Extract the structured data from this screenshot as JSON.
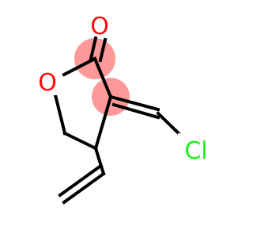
{
  "molecule": {
    "atoms": {
      "carbonyl_oxygen": {
        "symbol": "O",
        "color": "#ff0d0d"
      },
      "ring_oxygen": {
        "symbol": "O",
        "color": "#ff0d0d"
      },
      "chlorine": {
        "symbol": "Cl",
        "color": "#1ff01f"
      }
    },
    "highlight_color": "#ff9999",
    "bond_color": "#000000"
  }
}
